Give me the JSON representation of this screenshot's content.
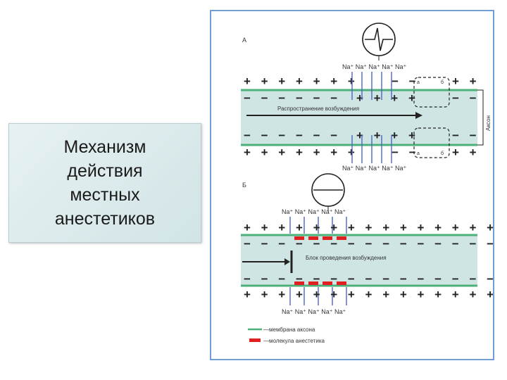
{
  "title": {
    "lines": [
      "Механизм",
      "действия",
      "местных",
      "анестетиков"
    ]
  },
  "diagram": {
    "panel_a": {
      "label": "А",
      "ions_top": "Na⁺ Na⁺ Na⁺ Na⁺ Na⁺",
      "ions_bottom": "Na⁺ Na⁺ Na⁺ Na⁺ Na⁺",
      "propagation_label": "Распространение возбуждения",
      "axon_label": "Аксон",
      "region_a": "а",
      "region_b": "б"
    },
    "panel_b": {
      "label": "Б",
      "ions_top": "Na⁺ Na⁺ Na⁺ Na⁺ Na⁺",
      "ions_bottom": "Na⁺ Na⁺ Na⁺ Na⁺ Na⁺",
      "block_label": "Блок проведения возбуждения"
    },
    "legend": {
      "membrane": "—мембрана аксона",
      "molecule": "—молекула анестетика"
    },
    "colors": {
      "axoplasm": "#cfe5e3",
      "membrane": "#4db07a",
      "na_line": "#4a66c4",
      "anesthetic": "#e02020",
      "frame": "#6f9fd4"
    }
  }
}
